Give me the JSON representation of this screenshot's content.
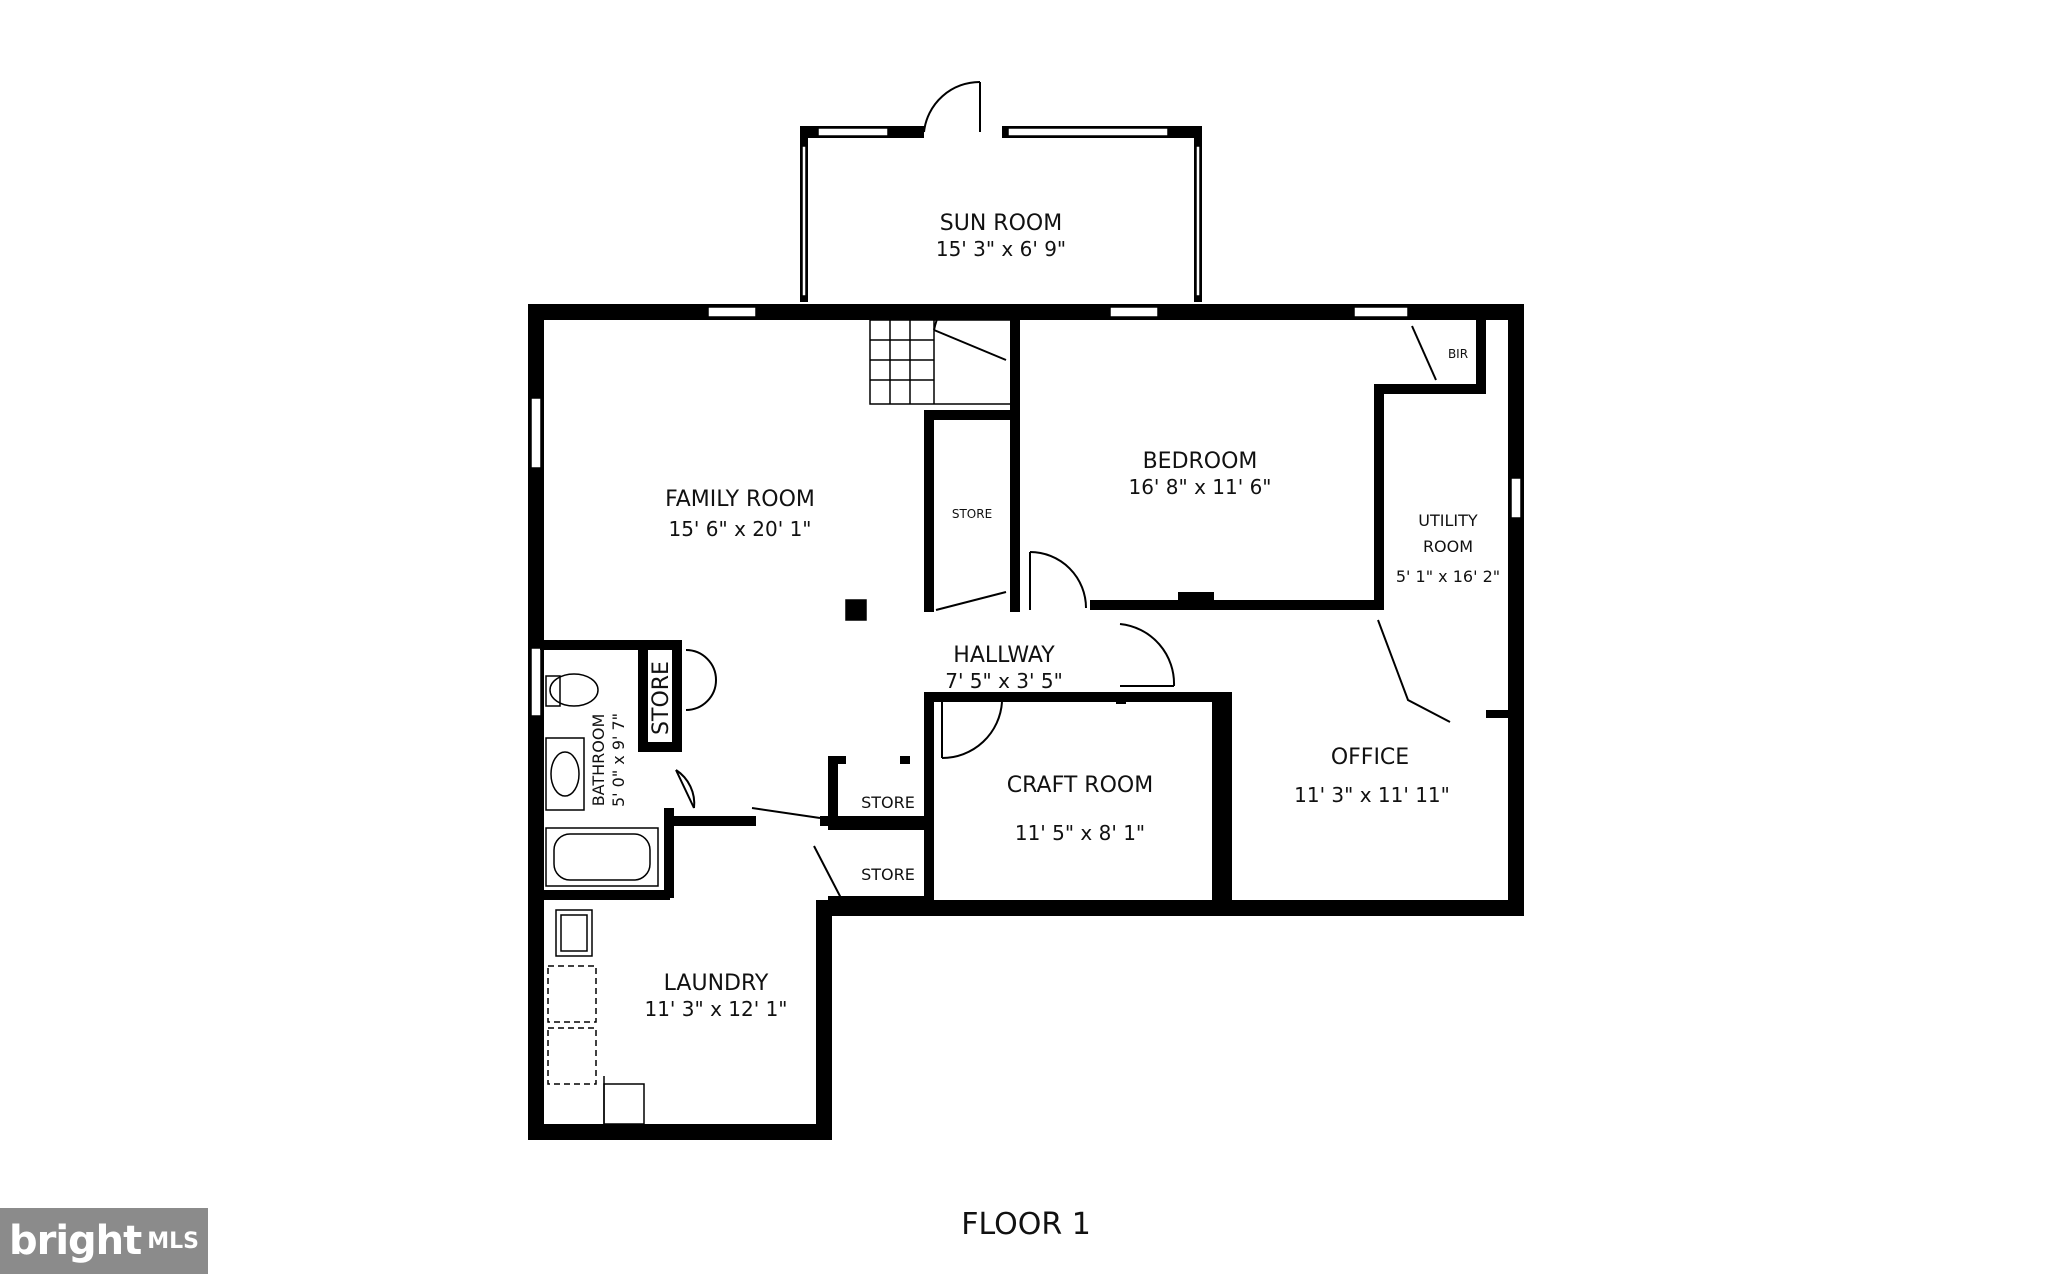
{
  "rooms": {
    "sun_room": {
      "name": "SUN ROOM",
      "dims": "15' 3\" x 6' 9\""
    },
    "family_room": {
      "name": "FAMILY ROOM",
      "dims": "15' 6\" x 20' 1\""
    },
    "bedroom": {
      "name": "BEDROOM",
      "dims": "16' 8\" x 11' 6\""
    },
    "bir": {
      "name": "BIR"
    },
    "utility_room": {
      "name_line1": "UTILITY",
      "name_line2": "ROOM",
      "dims": "5' 1\" x 16' 2\""
    },
    "store_upper": {
      "name": "STORE"
    },
    "hallway": {
      "name": "HALLWAY",
      "dims": "7' 5\" x 3' 5\""
    },
    "store_vertical": {
      "name": "STORE"
    },
    "bathroom": {
      "name": "BATHROOM",
      "dims": "5' 0\" x 9' 7\""
    },
    "store_mid": {
      "name": "STORE"
    },
    "store_low": {
      "name": "STORE"
    },
    "craft_room": {
      "name": "CRAFT ROOM",
      "dims": "11' 5\" x 8' 1\""
    },
    "office": {
      "name": "OFFICE",
      "dims": "11' 3\" x 11' 11\""
    },
    "laundry": {
      "name": "LAUNDRY",
      "dims": "11' 3\" x 12' 1\""
    }
  },
  "floor_label": "FLOOR 1",
  "logo": {
    "brand": "bright",
    "suffix": "MLS"
  },
  "colors": {
    "wall": "#000000",
    "background": "#ffffff",
    "logo_bg": "#8b8b8b"
  }
}
